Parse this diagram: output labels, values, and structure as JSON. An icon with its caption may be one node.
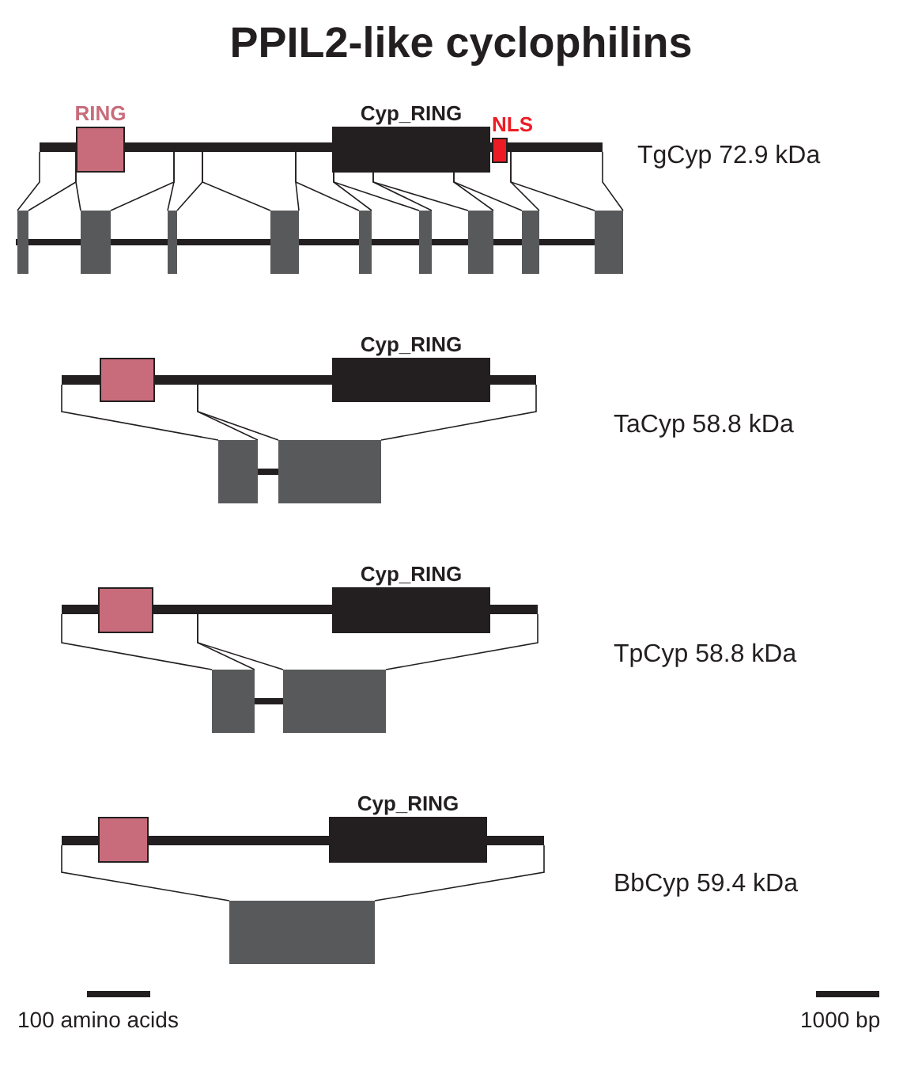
{
  "diagram": {
    "title": "PPIL2-like cyclophilins",
    "nodes": [
      {
        "text": [
          "RING"
        ]
      },
      {
        "text": [
          "Cyp_RING"
        ]
      },
      {
        "text": [
          "NLS"
        ]
      },
      {
        "text": [],
        "shape": "box"
      },
      {
        "text": [
          "Cyp_RING"
        ]
      },
      {
        "text": [],
        "shape": "box"
      },
      {
        "text": [
          "Cyp_RING"
        ]
      },
      {
        "text": [],
        "shape": "box"
      },
      {
        "text": [
          "Cyp_RING"
        ]
      }
    ],
    "labels": [
      "TgCyp 72.9 kDa",
      "TaCyp 58.8 kDa",
      "TpCyp 58.8 kDa",
      "BbCyp 59.4 kDa",
      "100 amino acids",
      "1000 bp"
    ]
  }
}
